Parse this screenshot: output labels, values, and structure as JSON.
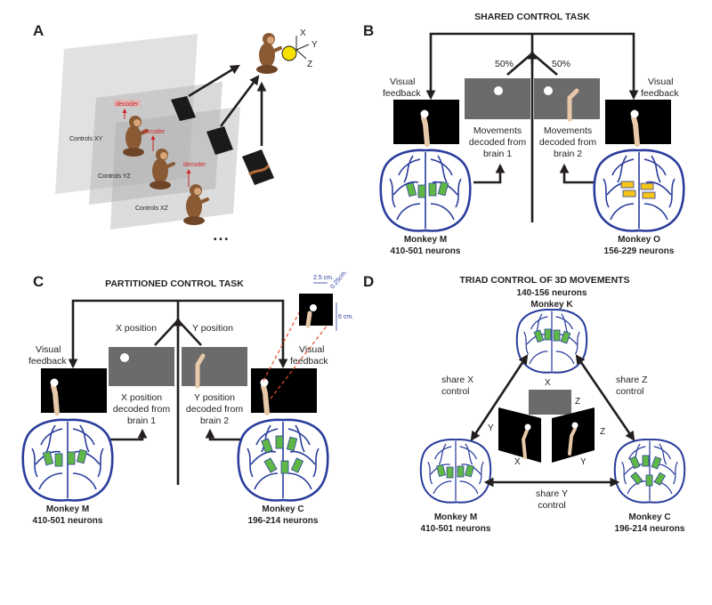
{
  "panels": {
    "A": {
      "letter": "A",
      "controls_xy": "Controls XY",
      "controls_yz": "Controls YZ",
      "controls_xz": "Controls XZ",
      "decoder": "decoder",
      "axis_x": "X",
      "axis_y": "Y",
      "axis_z": "Z",
      "more": "• • •"
    },
    "B": {
      "letter": "B",
      "title": "SHARED CONTROL TASK",
      "pct_left": "50%",
      "pct_right": "50%",
      "visual_feedback_l1": "Visual",
      "visual_feedback_l2": "feedback",
      "dec1_l1": "Movements",
      "dec1_l2": "decoded from",
      "dec1_l3": "brain 1",
      "dec2_l1": "Movements",
      "dec2_l2": "decoded from",
      "dec2_l3": "brain 2",
      "monkey_left_name": "Monkey M",
      "monkey_left_neurons": "410-501 neurons",
      "monkey_right_name": "Monkey O",
      "monkey_right_neurons": "156-229 neurons"
    },
    "C": {
      "letter": "C",
      "title": "PARTITIONED CONTROL TASK",
      "x_position": "X position",
      "y_position": "Y position",
      "visual_feedback_l1": "Visual",
      "visual_feedback_l2": "feedback",
      "dec1_l1": "X position",
      "dec1_l2": "decoded from",
      "dec1_l3": "brain 1",
      "dec2_l1": "Y position",
      "dec2_l2": "decoded from",
      "dec2_l3": "brain 2",
      "monkey_left_name": "Monkey M",
      "monkey_left_neurons": "410-501 neurons",
      "monkey_right_name": "Monkey C",
      "monkey_right_neurons": "196-214 neurons",
      "dim_w": "2.5 cm.",
      "dim_d": "0.25cm.",
      "dim_h": "6 cm."
    },
    "D": {
      "letter": "D",
      "title": "TRIAD CONTROL OF 3D MOVEMENTS",
      "top_neurons": "140-156 neurons",
      "top_name": "Monkey K",
      "share_x_l1": "share X",
      "share_x_l2": "control",
      "share_z_l1": "share Z",
      "share_z_l2": "control",
      "share_y_l1": "share Y",
      "share_y_l2": "control",
      "left_name": "Monkey M",
      "left_neurons": "410-501 neurons",
      "right_name": "Monkey C",
      "right_neurons": "196-214 neurons",
      "ax_x_top": "X",
      "ax_z_top": "Z",
      "ax_y_left": "Y",
      "ax_x_left": "X",
      "ax_z_right": "Z",
      "ax_y_right": "Y"
    }
  },
  "colors": {
    "line": "#231f20",
    "brain": "#2a3d9c",
    "electrode_green": "#5fb846",
    "electrode_yellow": "#f5c518",
    "screen_grey": "#6b6b6b",
    "decoder_red": "#d02525"
  }
}
